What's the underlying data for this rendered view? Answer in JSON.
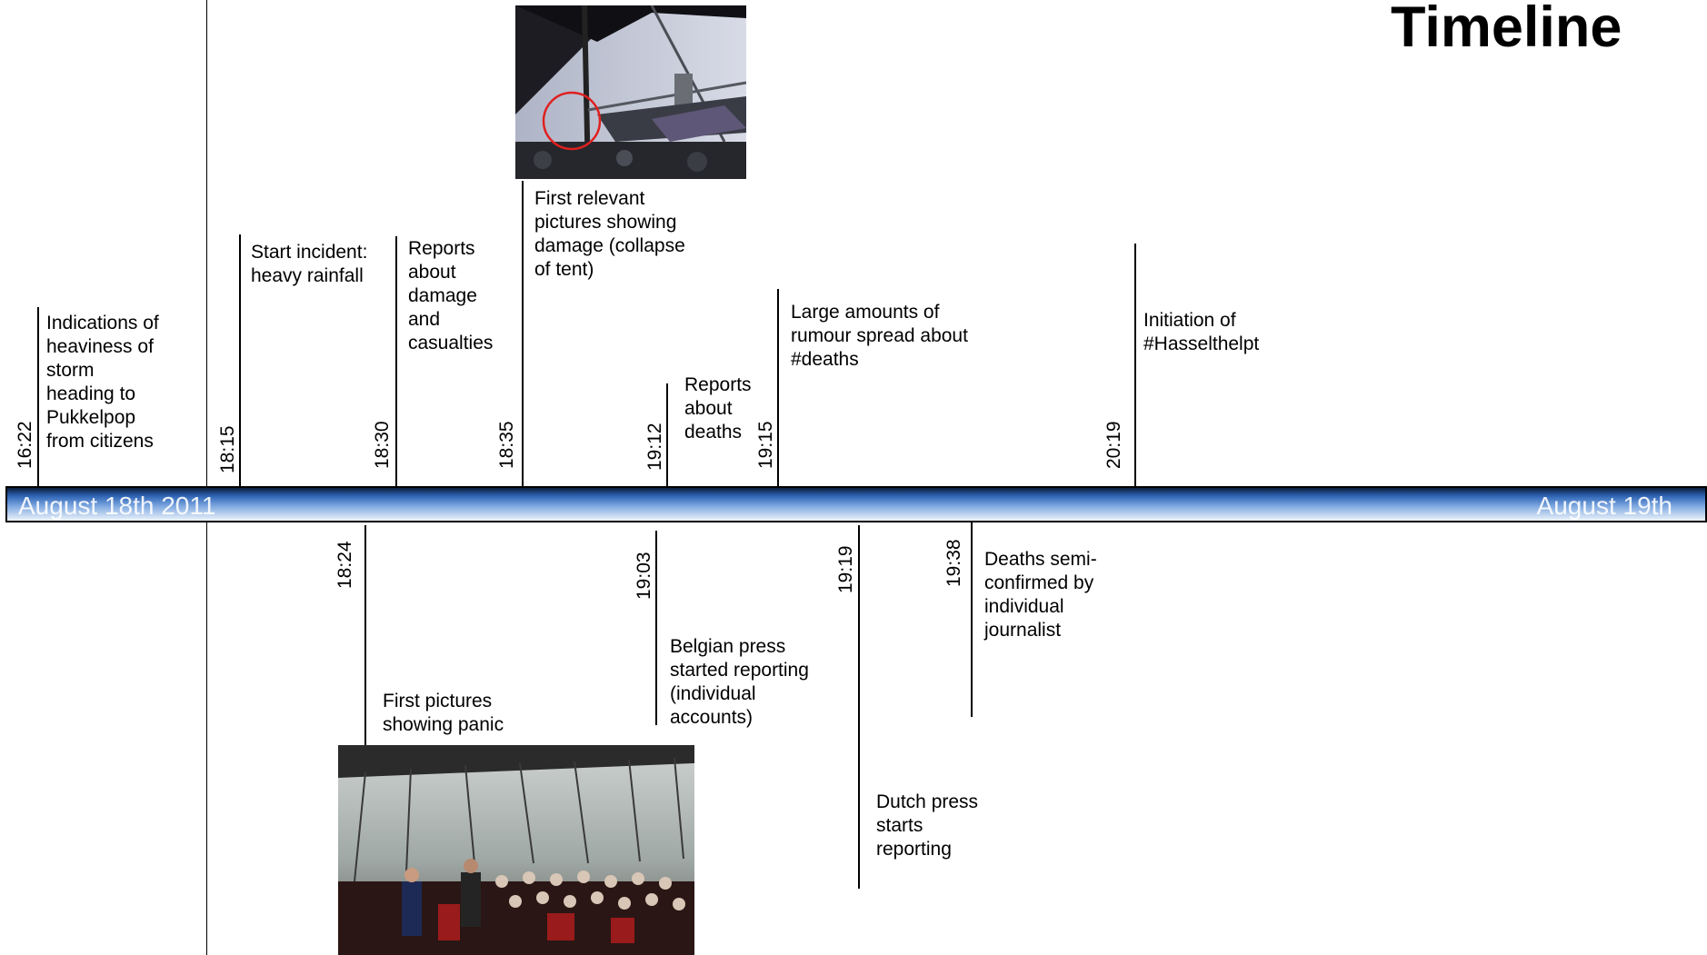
{
  "title": "Timeline",
  "bar": {
    "start": "August 18th 2011",
    "end": "August 19th"
  },
  "events_above": [
    {
      "time": "16:22",
      "label": [
        "Indications of",
        "heaviness of",
        "storm",
        "heading to",
        "Pukkelpop",
        "from citizens"
      ]
    },
    {
      "time": "18:15",
      "label": [
        "Start incident:",
        "heavy rainfall"
      ]
    },
    {
      "time": "18:30",
      "label": [
        "Reports",
        "about",
        "damage",
        "and",
        "casualties"
      ]
    },
    {
      "time": "18:35",
      "label": [
        "First relevant",
        "pictures showing",
        "damage (collapse",
        "of tent)"
      ]
    },
    {
      "time": "19:12",
      "label": [
        "Reports",
        "about",
        "deaths"
      ]
    },
    {
      "time": "19:15",
      "label": [
        "Large amounts of",
        "rumour spread about",
        "#deaths"
      ]
    },
    {
      "time": "20:19",
      "label": [
        "Initiation of",
        "#Hasselthelpt"
      ]
    }
  ],
  "events_below": [
    {
      "time": "18:24",
      "label": [
        "First pictures",
        "showing panic"
      ]
    },
    {
      "time": "19:03",
      "label": [
        "Belgian press",
        "started reporting",
        "(individual",
        "accounts)"
      ]
    },
    {
      "time": "19:19",
      "label": [
        "Dutch press",
        "starts",
        "reporting"
      ]
    },
    {
      "time": "19:38",
      "label": [
        "Deaths semi-",
        "confirmed by",
        "individual",
        "journalist"
      ]
    }
  ],
  "photos": {
    "top": {
      "name": "collapsed-tent-photo"
    },
    "bottom": {
      "name": "panic-crowd-photo"
    }
  }
}
